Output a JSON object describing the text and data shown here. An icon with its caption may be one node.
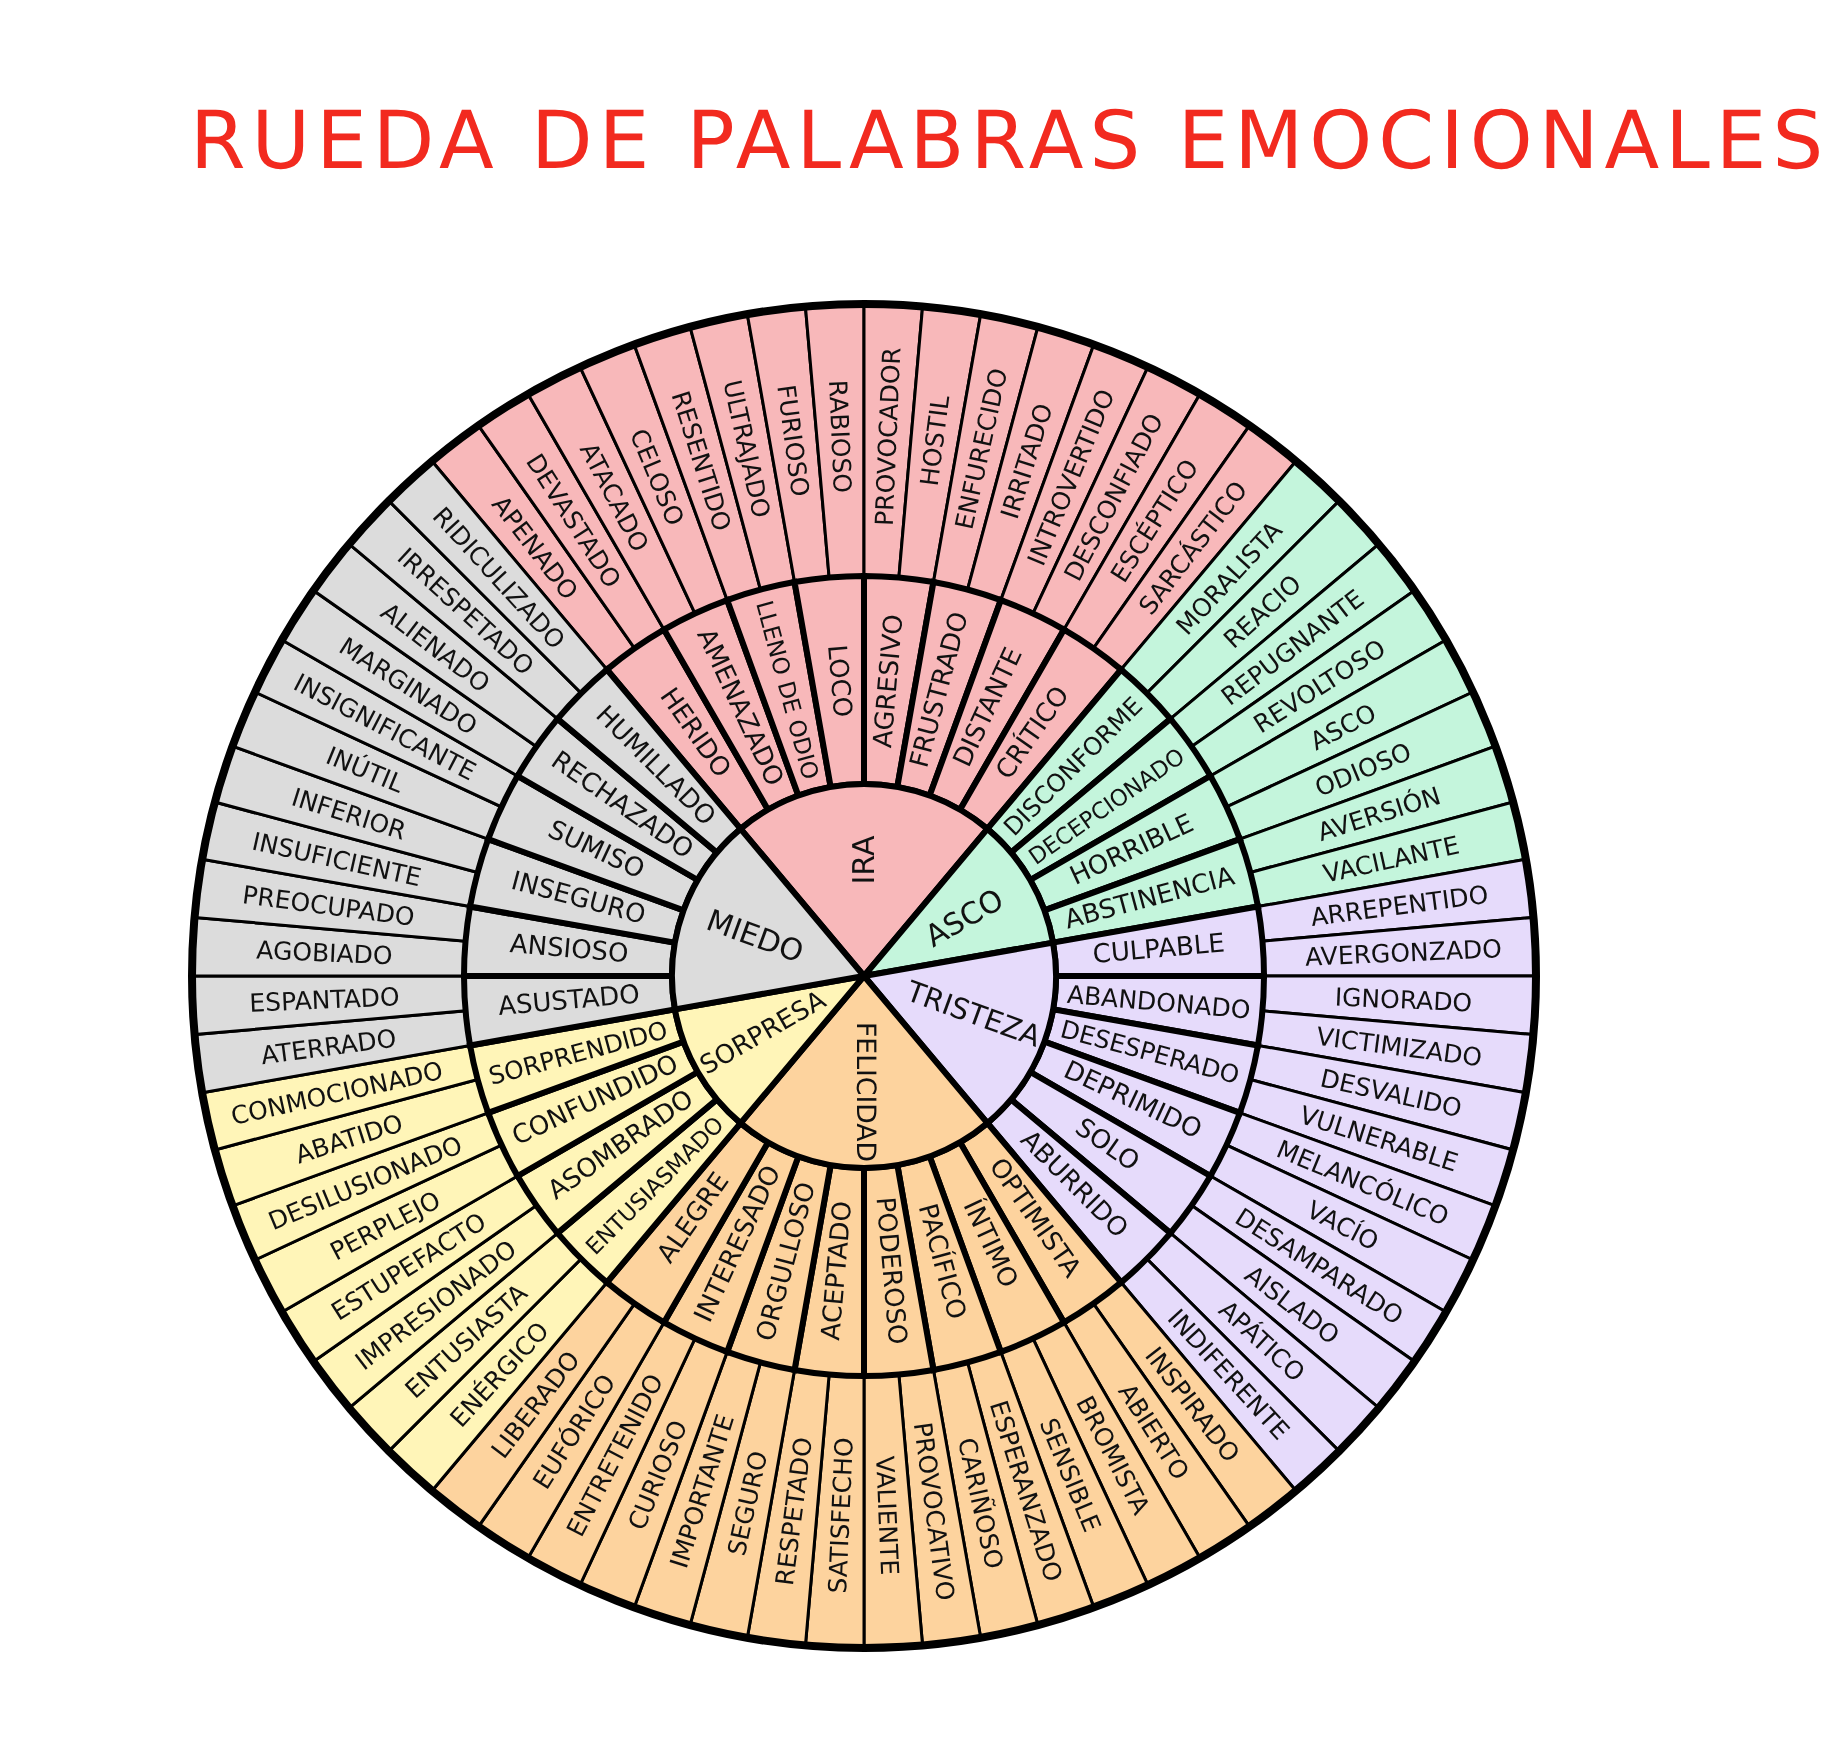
{
  "diagram": {
    "title": "RUEDA DE PALABRAS EMOCIONALES",
    "nodes": [
      {
        "text": [
          "IRA"
        ]
      },
      {
        "text": [
          "ASCO"
        ]
      },
      {
        "text": [
          "TRISTEZA"
        ]
      },
      {
        "text": [
          "FELICIDAD"
        ]
      },
      {
        "text": [
          "SORPRESA"
        ]
      },
      {
        "text": [
          "MIEDO"
        ]
      },
      {
        "text": [
          "HERIDO"
        ]
      },
      {
        "text": [
          "AMENAZADO"
        ]
      },
      {
        "text": [
          "LLENO DE ODIO"
        ]
      },
      {
        "text": [
          "LOCO"
        ]
      },
      {
        "text": [
          "AGRESIVO"
        ]
      },
      {
        "text": [
          "FRUSTRADO"
        ]
      },
      {
        "text": [
          "DISTANTE"
        ]
      },
      {
        "text": [
          "CRÍTICO"
        ]
      },
      {
        "text": [
          "DISCONFORME"
        ]
      },
      {
        "text": [
          "DECEPCIONADO"
        ]
      },
      {
        "text": [
          "HORRIBLE"
        ]
      },
      {
        "text": [
          "ABSTINENCIA"
        ]
      },
      {
        "text": [
          "CULPABLE"
        ]
      },
      {
        "text": [
          "ABANDONADO"
        ]
      },
      {
        "text": [
          "DESESPERADO"
        ]
      },
      {
        "text": [
          "DEPRIMIDO"
        ]
      },
      {
        "text": [
          "SOLO"
        ]
      },
      {
        "text": [
          "ABURRIDO"
        ]
      },
      {
        "text": [
          "OPTIMISTA"
        ]
      },
      {
        "text": [
          "ÍNTIMO"
        ]
      },
      {
        "text": [
          "PACÍFICO"
        ]
      },
      {
        "text": [
          "PODEROSO"
        ]
      },
      {
        "text": [
          "ACEPTADO"
        ]
      },
      {
        "text": [
          "ORGULLOSO"
        ]
      },
      {
        "text": [
          "INTERESADO"
        ]
      },
      {
        "text": [
          "ALEGRE"
        ]
      },
      {
        "text": [
          "ENTUSIASMADO"
        ]
      },
      {
        "text": [
          "ASOMBRADO"
        ]
      },
      {
        "text": [
          "CONFUNDIDO"
        ]
      },
      {
        "text": [
          "SORPRENDIDO"
        ]
      },
      {
        "text": [
          "ASUSTADO"
        ]
      },
      {
        "text": [
          "ANSIOSO"
        ]
      },
      {
        "text": [
          "INSEGURO"
        ]
      },
      {
        "text": [
          "SUMISO"
        ]
      },
      {
        "text": [
          "RECHAZADO"
        ]
      },
      {
        "text": [
          "HUMILLADO"
        ]
      },
      {
        "text": [
          "APENADO"
        ]
      },
      {
        "text": [
          "DEVASTADO"
        ]
      },
      {
        "text": [
          "ATACADO"
        ]
      },
      {
        "text": [
          "CELOSO"
        ]
      },
      {
        "text": [
          "RESENTIDO"
        ]
      },
      {
        "text": [
          "ULTRAJADO"
        ]
      },
      {
        "text": [
          "FURIOSO"
        ]
      },
      {
        "text": [
          "RABIOSO"
        ]
      },
      {
        "text": [
          "PROVOCADOR"
        ]
      },
      {
        "text": [
          "HOSTIL"
        ]
      },
      {
        "text": [
          "ENFURECIDO"
        ]
      },
      {
        "text": [
          "IRRITADO"
        ]
      },
      {
        "text": [
          "INTROVERTIDO"
        ]
      },
      {
        "text": [
          "DESCONFIADO"
        ]
      },
      {
        "text": [
          "ESCÉPTICO"
        ]
      },
      {
        "text": [
          "SARCÁSTICO"
        ]
      },
      {
        "text": [
          "MORALISTA"
        ]
      },
      {
        "text": [
          "REACIO"
        ]
      },
      {
        "text": [
          "REPUGNANTE"
        ]
      },
      {
        "text": [
          "REVOLTOSO"
        ]
      },
      {
        "text": [
          "ASCO"
        ]
      },
      {
        "text": [
          "ODIOSO"
        ]
      },
      {
        "text": [
          "AVERSIÓN"
        ]
      },
      {
        "text": [
          "VACILANTE"
        ]
      },
      {
        "text": [
          "ARREPENTIDO"
        ]
      },
      {
        "text": [
          "AVERGONZADO"
        ]
      },
      {
        "text": [
          "IGNORADO"
        ]
      },
      {
        "text": [
          "VICTIMIZADO"
        ]
      },
      {
        "text": [
          "DESVALIDO"
        ]
      },
      {
        "text": [
          "VULNERABLE"
        ]
      },
      {
        "text": [
          "MELANCÓLICO"
        ]
      },
      {
        "text": [
          "VACÍO"
        ]
      },
      {
        "text": [
          "DESAMPARADO"
        ]
      },
      {
        "text": [
          "AISLADO"
        ]
      },
      {
        "text": [
          "APÁTICO"
        ]
      },
      {
        "text": [
          "INDIFERENTE"
        ]
      },
      {
        "text": [
          "INSPIRADO"
        ]
      },
      {
        "text": [
          "ABIERTO"
        ]
      },
      {
        "text": [
          "BROMISTA"
        ]
      },
      {
        "text": [
          "SENSIBLE"
        ]
      },
      {
        "text": [
          "ESPERANZADO"
        ]
      },
      {
        "text": [
          "CARIÑOSO"
        ]
      },
      {
        "text": [
          "PROVOCATIVO"
        ]
      },
      {
        "text": [
          "VALIENTE"
        ]
      },
      {
        "text": [
          "SATISFECHO"
        ]
      },
      {
        "text": [
          "RESPETADO"
        ]
      },
      {
        "text": [
          "SEGURO"
        ]
      },
      {
        "text": [
          "IMPORTANTE"
        ]
      },
      {
        "text": [
          "CURIOSO"
        ]
      },
      {
        "text": [
          "ENTRETENIDO"
        ]
      },
      {
        "text": [
          "EUFÓRICO"
        ]
      },
      {
        "text": [
          "LIBERADO"
        ]
      },
      {
        "text": [
          "ENÉRGICO"
        ]
      },
      {
        "text": [
          "ENTUSIASTA"
        ]
      },
      {
        "text": [
          "IMPRESIONADO"
        ]
      },
      {
        "text": [
          "ESTUPEFACTO"
        ]
      },
      {
        "text": [
          "PERPLEJO"
        ]
      },
      {
        "text": [
          "DESILUSIONADO"
        ]
      },
      {
        "text": [
          "ABATIDO"
        ]
      },
      {
        "text": [
          "CONMOCIONADO"
        ]
      },
      {
        "text": [
          "ATERRADO"
        ]
      },
      {
        "text": [
          "ESPANTADO"
        ]
      },
      {
        "text": [
          "AGOBIADO"
        ]
      },
      {
        "text": [
          "PREOCUPADO"
        ]
      },
      {
        "text": [
          "INSUFICIENTE"
        ]
      },
      {
        "text": [
          "INFERIOR"
        ]
      },
      {
        "text": [
          "INÚTIL"
        ]
      },
      {
        "text": [
          "INSIGNIFICANTE"
        ]
      },
      {
        "text": [
          "MARGINADO"
        ]
      },
      {
        "text": [
          "ALIENADO"
        ]
      },
      {
        "text": [
          "IRRESPETADO"
        ]
      },
      {
        "text": [
          "RIDICULIZADO"
        ]
      }
    ]
  }
}
